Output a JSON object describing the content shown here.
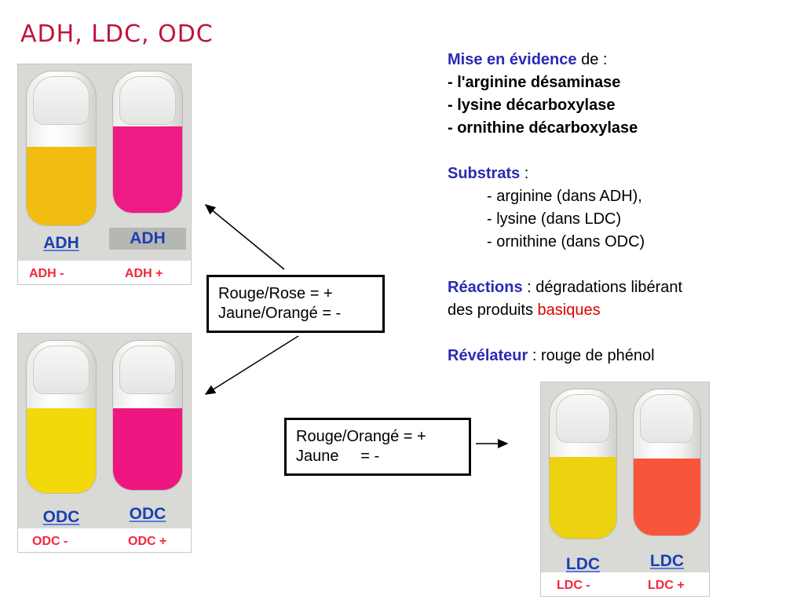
{
  "title": "ADH, LDC, ODC",
  "info": {
    "detection_keyword": "Mise en évidence",
    "detection_suffix": " de :",
    "enzymes": [
      "- l'arginine désaminase",
      "- lysine décarboxylase",
      "- ornithine décarboxylase"
    ],
    "substrates_keyword": "Substrats",
    "substrates_suffix": " :",
    "substrates": [
      "- arginine (dans ADH),",
      "-  lysine (dans LDC)",
      "- ornithine (dans ODC)"
    ],
    "reactions_keyword": "Réactions",
    "reactions_text_1": " : dégradations libérant",
    "reactions_text_2": "des produits ",
    "reactions_highlight": "basiques",
    "revealer_keyword": "Révélateur",
    "revealer_text": " : rouge de phénol"
  },
  "box_adh_odc": {
    "line1": "Rouge/Rose = +",
    "line2": "Jaune/Orangé = -"
  },
  "box_ldc": {
    "line1": "Rouge/Orangé = +",
    "line2": "Jaune     = -"
  },
  "photos": {
    "adh": {
      "left_label": "ADH",
      "right_label": "ADH",
      "left_caption": "ADH -",
      "right_caption": "ADH +",
      "left_color": "#f2bd10",
      "right_color": "#ee1a86"
    },
    "odc": {
      "left_label": "ODC",
      "right_label": "ODC",
      "left_caption": "ODC -",
      "right_caption": "ODC +",
      "left_color": "#f3d80a",
      "right_color": "#ee1680"
    },
    "ldc": {
      "left_label": "LDC",
      "right_label": "LDC",
      "left_caption": "LDC -",
      "right_caption": "LDC +",
      "left_color": "#ecd20f",
      "right_color": "#f9553a"
    }
  },
  "colors": {
    "title": "#c0143c",
    "keyword": "#2a2ab4",
    "highlight_red": "#e00000",
    "caption_red": "#f0283c",
    "tube_label_blue": "#1c3fb2"
  }
}
